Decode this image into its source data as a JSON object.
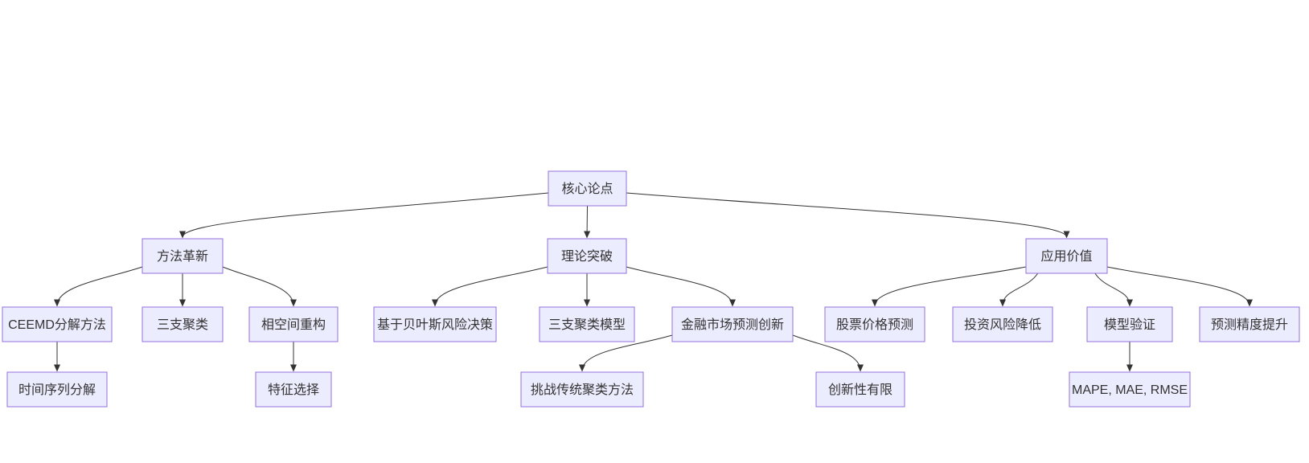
{
  "diagram": {
    "type": "flowchart-tree",
    "background": "#ffffff",
    "node_fill": "#ECECFF",
    "node_border": "#9370DB",
    "edge_color": "#333333",
    "text_color": "#333333",
    "nodes": [
      {
        "id": "core-thesis",
        "label": "核心论点"
      },
      {
        "id": "method-innovation",
        "label": "方法革新"
      },
      {
        "id": "theory-breakthrough",
        "label": "理论突破"
      },
      {
        "id": "application-value",
        "label": "应用价值"
      },
      {
        "id": "ceemd-decomposition",
        "label": "CEEMD分解方法"
      },
      {
        "id": "three-way-clustering",
        "label": "三支聚类"
      },
      {
        "id": "phase-space-reconstruction",
        "label": "相空间重构"
      },
      {
        "id": "bayesian-risk-decision",
        "label": "基于贝叶斯风险决策"
      },
      {
        "id": "three-way-clustering-model",
        "label": "三支聚类模型"
      },
      {
        "id": "financial-market-forecast-innovation",
        "label": "金融市场预测创新"
      },
      {
        "id": "stock-price-prediction",
        "label": "股票价格预测"
      },
      {
        "id": "investment-risk-reduction",
        "label": "投资风险降低"
      },
      {
        "id": "model-validation",
        "label": "模型验证"
      },
      {
        "id": "forecast-accuracy-improvement",
        "label": "预测精度提升"
      },
      {
        "id": "time-series-decomposition",
        "label": "时间序列分解"
      },
      {
        "id": "feature-selection",
        "label": "特征选择"
      },
      {
        "id": "challenge-traditional-clustering",
        "label": "挑战传统聚类方法"
      },
      {
        "id": "limited-novelty",
        "label": "创新性有限"
      },
      {
        "id": "evaluation-metrics",
        "label": "MAPE, MAE, RMSE"
      }
    ],
    "edges": [
      {
        "from": "core-thesis",
        "to": "method-innovation"
      },
      {
        "from": "core-thesis",
        "to": "theory-breakthrough"
      },
      {
        "from": "core-thesis",
        "to": "application-value"
      },
      {
        "from": "method-innovation",
        "to": "ceemd-decomposition"
      },
      {
        "from": "method-innovation",
        "to": "three-way-clustering"
      },
      {
        "from": "method-innovation",
        "to": "phase-space-reconstruction"
      },
      {
        "from": "theory-breakthrough",
        "to": "bayesian-risk-decision"
      },
      {
        "from": "theory-breakthrough",
        "to": "three-way-clustering-model"
      },
      {
        "from": "theory-breakthrough",
        "to": "financial-market-forecast-innovation"
      },
      {
        "from": "application-value",
        "to": "stock-price-prediction"
      },
      {
        "from": "application-value",
        "to": "investment-risk-reduction"
      },
      {
        "from": "application-value",
        "to": "model-validation"
      },
      {
        "from": "application-value",
        "to": "forecast-accuracy-improvement"
      },
      {
        "from": "ceemd-decomposition",
        "to": "time-series-decomposition"
      },
      {
        "from": "phase-space-reconstruction",
        "to": "feature-selection"
      },
      {
        "from": "financial-market-forecast-innovation",
        "to": "challenge-traditional-clustering"
      },
      {
        "from": "financial-market-forecast-innovation",
        "to": "limited-novelty"
      },
      {
        "from": "validation-placeholder-unused",
        "to": "unused"
      }
    ]
  }
}
